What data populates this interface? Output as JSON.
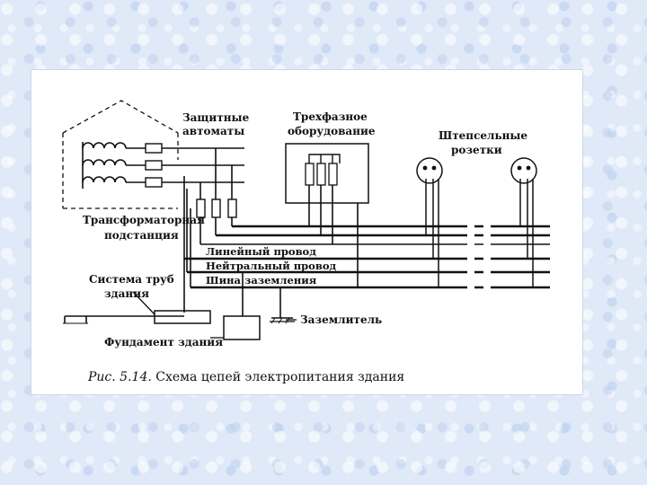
{
  "diagram": {
    "labels": {
      "breakers": [
        "Защитные",
        "автоматы"
      ],
      "three_phase": [
        "Трехфазное",
        "оборудование"
      ],
      "sockets": [
        "Штепсельные",
        "розетки"
      ],
      "substation": [
        "Трансформаторная",
        "подстанция"
      ],
      "line_wire": "Линейный провод",
      "neutral_wire": "Нейтральный провод",
      "ground_bus": "Шина заземления",
      "pipes": [
        "Система труб",
        "здания"
      ],
      "foundation": "Фундамент здания",
      "ground_electrode": "Заземлитель"
    },
    "caption": {
      "prefix": "Рис. 5.14.",
      "text": " Схема цепей электропитания здания"
    }
  }
}
